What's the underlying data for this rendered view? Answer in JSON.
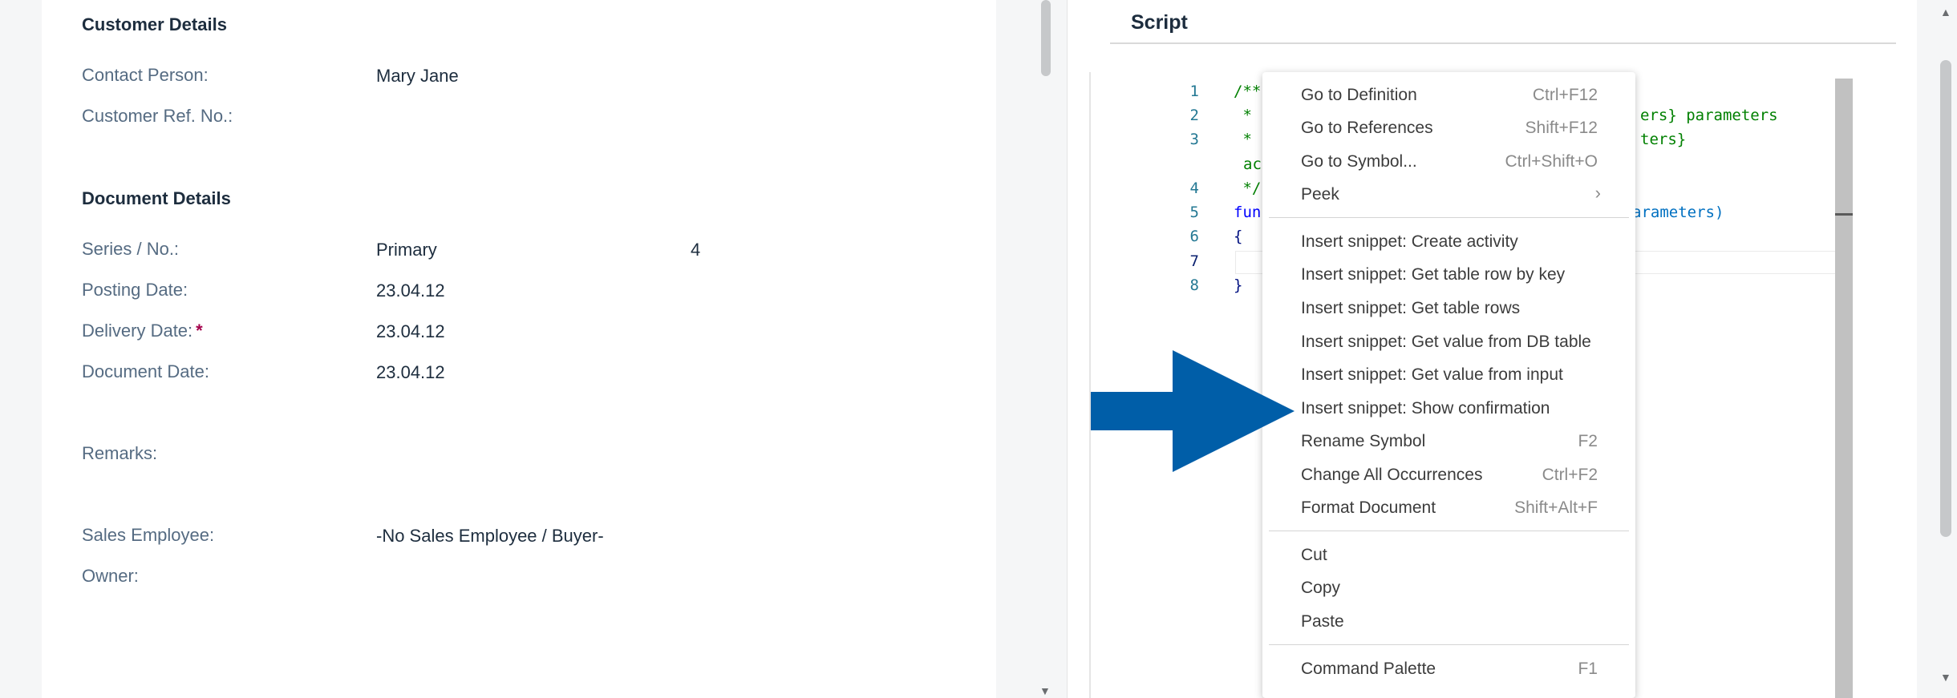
{
  "customer_details": {
    "title": "Customer Details",
    "contact_person_label": "Contact Person:",
    "contact_person_value": "Mary Jane",
    "customer_ref_label": "Customer Ref. No.:"
  },
  "document_details": {
    "title": "Document Details",
    "series_label": "Series / No.:",
    "series_value": "Primary",
    "series_number": "4",
    "posting_date_label": "Posting Date:",
    "posting_date_value": "23.04.12",
    "delivery_date_label": "Delivery Date:",
    "required_marker": "*",
    "delivery_date_value": "23.04.12",
    "document_date_label": "Document Date:",
    "document_date_value": "23.04.12",
    "remarks_label": "Remarks:",
    "sales_employee_label": "Sales Employee:",
    "sales_employee_value": "-No Sales Employee / Buyer-",
    "owner_label": "Owner:"
  },
  "script": {
    "title": "Script",
    "line_numbers": [
      "1",
      "2",
      "3",
      "4",
      "5",
      "6",
      "7",
      "8"
    ],
    "code": {
      "l1": "/**",
      "l2a": " *",
      "l2b": "ers} parameters",
      "l3a": " *",
      "l3b": "ters}",
      "l3c": "ac",
      "l4": " */",
      "l5a": "fun",
      "l5b": "arameters)",
      "l6": "{",
      "l8": "}"
    }
  },
  "context_menu": {
    "group1": [
      {
        "label": "Go to Definition",
        "shortcut": "Ctrl+F12"
      },
      {
        "label": "Go to References",
        "shortcut": "Shift+F12"
      },
      {
        "label": "Go to Symbol...",
        "shortcut": "Ctrl+Shift+O"
      },
      {
        "label": "Peek",
        "chevron": "›"
      }
    ],
    "group2": [
      {
        "label": "Insert snippet: Create activity"
      },
      {
        "label": "Insert snippet: Get table row by key"
      },
      {
        "label": "Insert snippet: Get table rows"
      },
      {
        "label": "Insert snippet: Get value from DB table"
      },
      {
        "label": "Insert snippet: Get value from input"
      },
      {
        "label": "Insert snippet: Show confirmation"
      },
      {
        "label": "Rename Symbol",
        "shortcut": "F2"
      },
      {
        "label": "Change All Occurrences",
        "shortcut": "Ctrl+F2"
      },
      {
        "label": "Format Document",
        "shortcut": "Shift+Alt+F"
      }
    ],
    "group3": [
      {
        "label": "Cut"
      },
      {
        "label": "Copy"
      },
      {
        "label": "Paste"
      }
    ],
    "group4": [
      {
        "label": "Command Palette",
        "shortcut": "F1"
      }
    ]
  },
  "icons": {
    "scroll_up": "▲",
    "scroll_down": "▼",
    "arrow": "arrow-right-icon"
  },
  "colors": {
    "arrow": "#005ea8",
    "required": "#a4004b"
  }
}
